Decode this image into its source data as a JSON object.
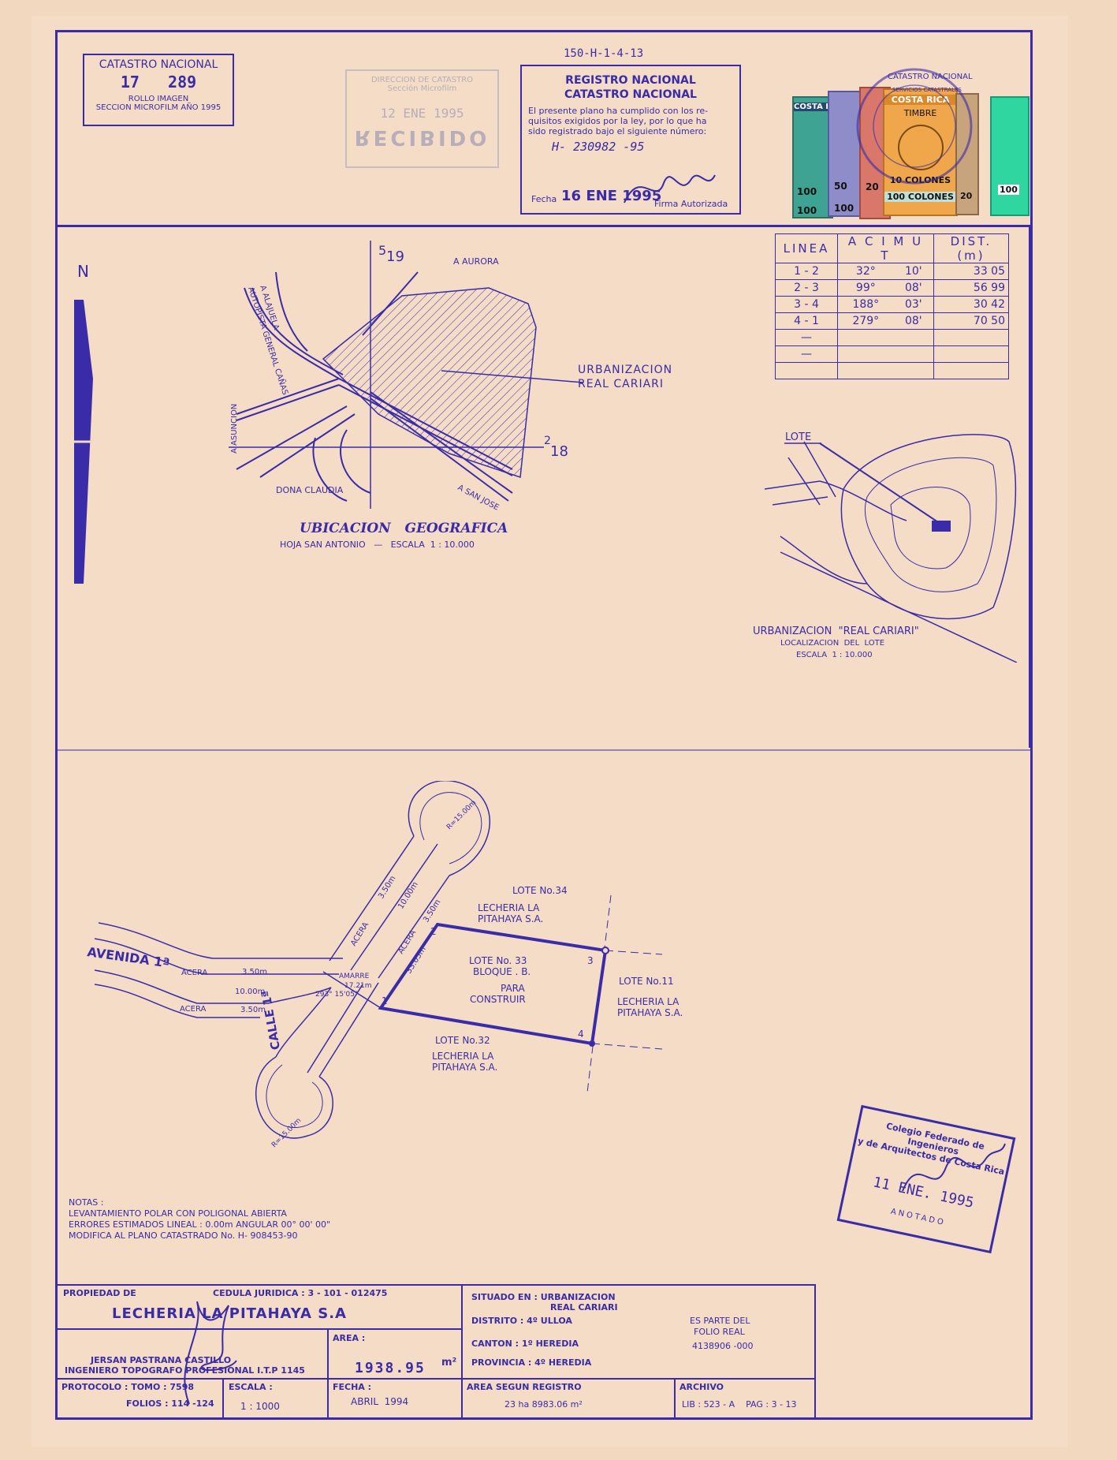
{
  "header": {
    "catastro_title": "CATASTRO NACIONAL",
    "catastro_number": "17   289",
    "rollo": "ROLLO IMAGEN",
    "seccion": "SECCION MICROFILM AÑO 1995",
    "plan_code": "150-H-1-4-13"
  },
  "recibido": {
    "line1": "DIRECCION DE CATASTRO",
    "line2": "Sección Microfilm",
    "date": "12 ENE 1995",
    "label": "RECIBIDO"
  },
  "registro": {
    "title1": "REGISTRO NACIONAL",
    "title2": "CATASTRO NACIONAL",
    "text1": "El presente plano ha cumplido con los re-",
    "text2": "quisitos exigidos por la ley, por lo que ha",
    "text3": "sido registrado bajo el siguiente número:",
    "number": "H- 230982 -95",
    "fecha_label": "Fecha",
    "fecha_value": "16 ENE 1995",
    "firma": "Firma Autorizada"
  },
  "stamps": {
    "brand": "COSTA RICA",
    "timbre": "TIMBRE",
    "v1": "100",
    "v2": "100",
    "v3": "50",
    "v4": "100",
    "v5": "20",
    "v6": "10 COLONES",
    "v7": "100 COLONES",
    "v8": "20",
    "v9": "100",
    "seal_top": "CATASTRO NACIONAL",
    "seal_mid": "SERVICIOS CATASTRALES"
  },
  "azimuth_table": {
    "headers": [
      "LINEA",
      "A C I M U T",
      "DIST. (m)"
    ],
    "rows": [
      {
        "linea": "1  -  2",
        "deg": "32°",
        "min": "10'",
        "dist": "33 05"
      },
      {
        "linea": "2  -  3",
        "deg": "99°",
        "min": "08'",
        "dist": "56 99"
      },
      {
        "linea": "3  -  4",
        "deg": "188°",
        "min": "03'",
        "dist": "30 42"
      },
      {
        "linea": "4  -  1",
        "deg": "279°",
        "min": "08'",
        "dist": "70 50"
      },
      {
        "linea": "—",
        "deg": "",
        "min": "",
        "dist": ""
      },
      {
        "linea": "—",
        "deg": "",
        "min": "",
        "dist": ""
      },
      {
        "linea": "",
        "deg": "",
        "min": "",
        "dist": ""
      }
    ]
  },
  "location_map": {
    "north": "N",
    "point19": "19",
    "point19_sup": "5",
    "point18": "18",
    "point18_sup": "2",
    "aurora": "A AURORA",
    "alajuela": "A ALAJUELA",
    "autopista": "AUTOPISTA GENERAL CAÑAS",
    "asuncion": "A ASUNCION",
    "dona_claudia": "DONA CLAUDIA",
    "san_jose": "A SAN JOSE",
    "urbanizacion1": "URBANIZACION",
    "urbanizacion2": "REAL CARIARI",
    "title": "UBICACION   GEOGRAFICA",
    "hoja": "HOJA SAN ANTONIO   —   ESCALA  1 : 10.000"
  },
  "lot_map": {
    "lote": "LOTE",
    "title": "URBANIZACION  \"REAL CARIARI\"",
    "sub": "LOCALIZACION  DEL  LOTE",
    "escala": "ESCALA  1 : 10.000"
  },
  "plan": {
    "lote34": "LOTE No.34",
    "lote34_owner1": "LECHERIA LA",
    "lote34_owner2": "PITAHAYA S.A.",
    "lote33_1": "LOTE  No. 33",
    "lote33_2": "BLOQUE . B.",
    "lote33_3": "PARA",
    "lote33_4": "CONSTRUIR",
    "lote11": "LOTE  No.11",
    "lote11_owner1": "LECHERIA  LA",
    "lote11_owner2": "PITAHAYA S.A.",
    "lote32": "LOTE No.32",
    "lote32_owner1": "LECHERIA LA",
    "lote32_owner2": "PITAHAYA S.A.",
    "avenida": "AVENIDA 1ª",
    "calle": "CALLE 1ª",
    "acera": "ACERA",
    "d350": "3.50m",
    "d1000": "10.00m",
    "d1000b": "10.00m",
    "d3305": "33.05m",
    "amarre": "AMARRE",
    "amarre_dist": "17.21m",
    "amarre_az": "293° 15'05\"",
    "r1": "R=15.00m",
    "r2": "R=15.00m",
    "p1": "1",
    "p2": "2",
    "p3": "3",
    "p4": "4"
  },
  "notas": {
    "title": "NOTAS :",
    "l1": "LEVANTAMIENTO POLAR CON POLIGONAL ABIERTA",
    "l2": "ERRORES ESTIMADOS  LINEAL : 0.00m  ANGULAR 00° 00' 00\"",
    "l3": "MODIFICA AL PLANO CATASTRADO No. H- 908453-90"
  },
  "colegio": {
    "line1": "Colegio Federado de Ingenieros",
    "line2": "y de Arquitectos de Costa Rica",
    "date": "11 ENE. 1995",
    "anotado": "ANOTADO"
  },
  "title_block": {
    "propiedad_label": "PROPIEDAD DE",
    "cedula": "CEDULA JURIDICA :  3 - 101 - 012475",
    "owner": "LECHERIA  LA PITAHAYA  S.A",
    "ing1": "JERSAN  PASTRANA  CASTILLO",
    "ing2": "INGENIERO  TOPOGRAFO  PROFESIONAL  I.T.P 1145",
    "area_label": "AREA :",
    "area_value": "1938.95",
    "area_unit": "m²",
    "situado": "SITUADO  EN :  URBANIZACION",
    "situado2": "REAL  CARIARI",
    "distrito": "DISTRITO :  4º ULLOA",
    "canton": "CANTON :  1º HEREDIA",
    "provincia": "PROVINCIA :  4º HEREDIA",
    "parte1": "ES PARTE DEL",
    "parte2": "FOLIO REAL",
    "parte3": "4138906 -000",
    "protocolo": "PROTOCOLO : TOMO : 7598",
    "folios": "FOLIOS : 114 -124",
    "escala_label": "ESCALA :",
    "escala_value": "1 : 1000",
    "fecha_label": "FECHA :",
    "fecha_value": "ABRIL  1994",
    "area_reg_label": "AREA SEGUN REGISTRO",
    "area_reg_value": "23 ha 8983.06 m²",
    "archivo_label": "ARCHIVO",
    "archivo_value": "LIB : 523 - A    PAG : 3 - 13"
  }
}
